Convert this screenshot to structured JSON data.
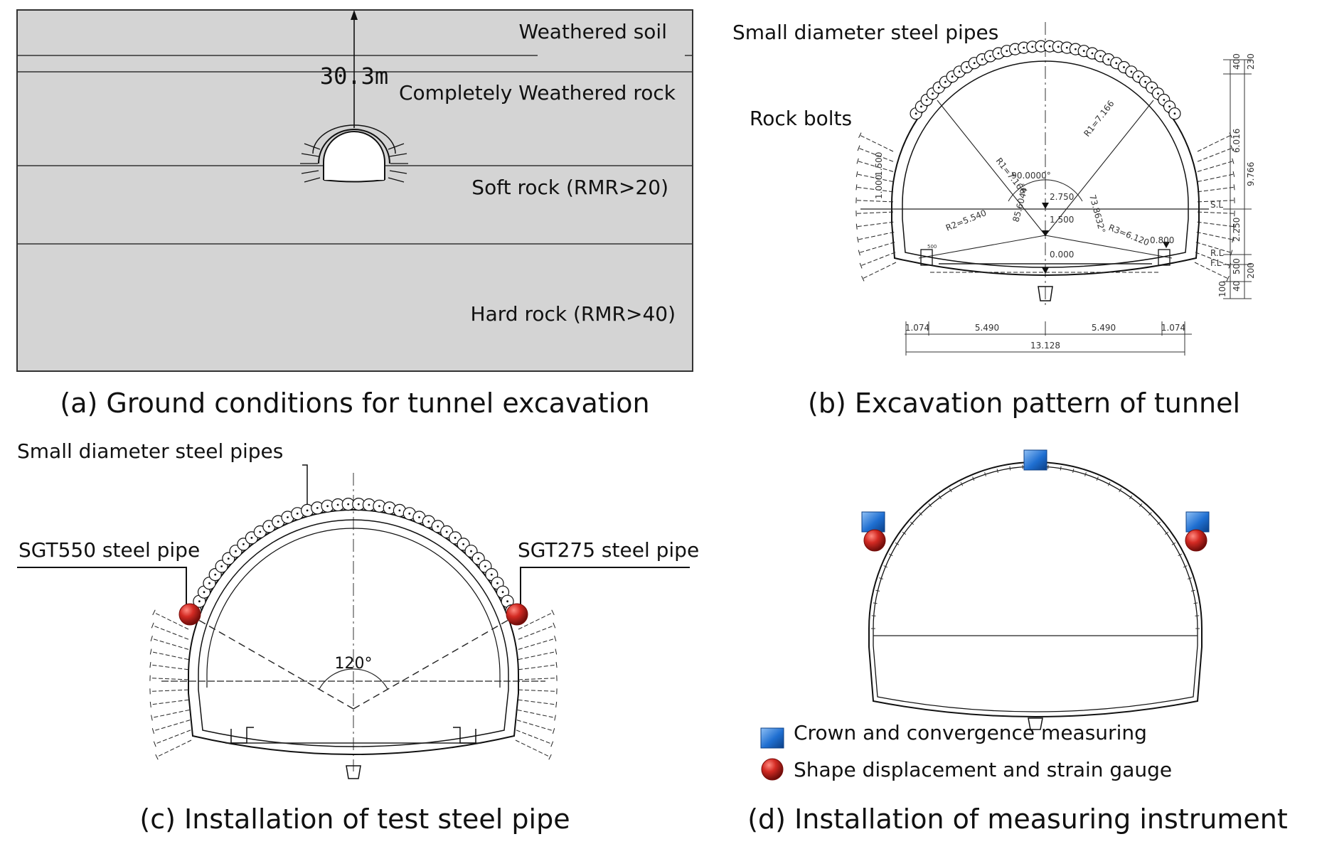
{
  "panel_a": {
    "caption": "(a) Ground conditions for tunnel excavation",
    "depth_label": "30.3m",
    "layers": [
      {
        "name": "Weathered soil"
      },
      {
        "name": "Completely Weathered rock"
      },
      {
        "name": "Soft rock (RMR>20)"
      },
      {
        "name": "Hard rock (RMR>40)"
      }
    ],
    "colors": {
      "ground": "#d4d4d4",
      "lines": "#333333"
    }
  },
  "panel_b": {
    "caption": "(b) Excavation pattern of tunnel",
    "label_pipes": "Small diameter steel pipes",
    "label_bolts": "Rock bolts",
    "dims": {
      "r1_left": "R1=7.166",
      "r1_right": "R1=7.166",
      "r2": "R2=5.540",
      "r3": "R3=6.120",
      "angle": "90.0000°",
      "h_2750": "2.750",
      "h_1500": "1.500",
      "h_0000": "0.000",
      "h_0800": "0.800",
      "a_left": "85.6044°",
      "a_right": "73.8632°",
      "left_1500": "1.500",
      "left_1000": "1.000",
      "small_500": "500",
      "bottom": [
        "1.074",
        "5.490",
        "5.490",
        "1.074"
      ],
      "total": "13.128",
      "right": [
        "400",
        "230",
        "6.016",
        "9.766",
        "2.250",
        "500",
        "200",
        "40",
        "100"
      ],
      "level_sl": "S.L",
      "level_rl": "R.L",
      "level_fl": "F.L"
    }
  },
  "panel_c": {
    "caption": "(c) Installation of test steel pipe",
    "label_pipes": "Small diameter steel pipes",
    "label_left": "SGT550 steel pipe",
    "label_right": "SGT275 steel pipe",
    "angle": "120°",
    "colors": {
      "sphere": "#c0201c"
    }
  },
  "panel_d": {
    "caption": "(d) Installation of measuring instrument",
    "legend": [
      {
        "marker": "blue-square-icon",
        "label": "Crown and convergence measuring"
      },
      {
        "marker": "red-sphere-icon",
        "label": "Shape displacement and strain gauge"
      }
    ],
    "colors": {
      "square": "#1f6fd1",
      "sphere": "#c0201c"
    }
  }
}
